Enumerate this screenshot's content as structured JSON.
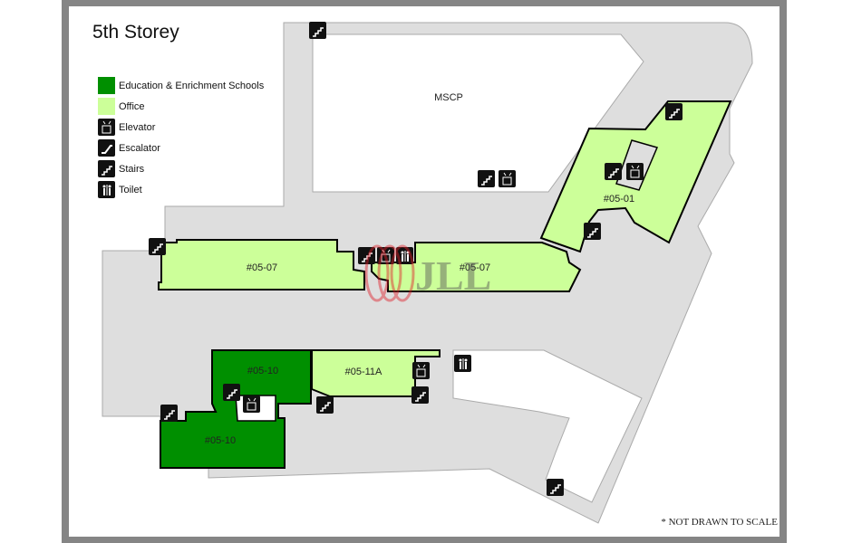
{
  "title": "5th Storey",
  "legend": [
    {
      "label": "Education & Enrichment Schools",
      "type": "swatch",
      "color": "#008F00"
    },
    {
      "label": "Office",
      "type": "swatch",
      "color": "#CCFF99"
    },
    {
      "label": "Elevator",
      "type": "icon",
      "icon": "elevator-icon"
    },
    {
      "label": "Escalator",
      "type": "icon",
      "icon": "escalator-icon"
    },
    {
      "label": "Stairs",
      "type": "icon",
      "icon": "stairs-icon"
    },
    {
      "label": "Toilet",
      "type": "icon",
      "icon": "toilet-icon"
    }
  ],
  "colors": {
    "education": "#008F00",
    "office": "#CCFF99",
    "floor": "#DEDEDE",
    "frame": "#858585"
  },
  "units": {
    "mscp": "MSCP",
    "u0501": "#05-01",
    "u0507_left": "#05-07",
    "u0507_right": "#05-07",
    "u0510_top": "#05-10",
    "u0510_bottom": "#05-10",
    "u0511a": "#05-11A"
  },
  "watermark": "JLL",
  "note": "* NOT DRAWN TO SCALE"
}
